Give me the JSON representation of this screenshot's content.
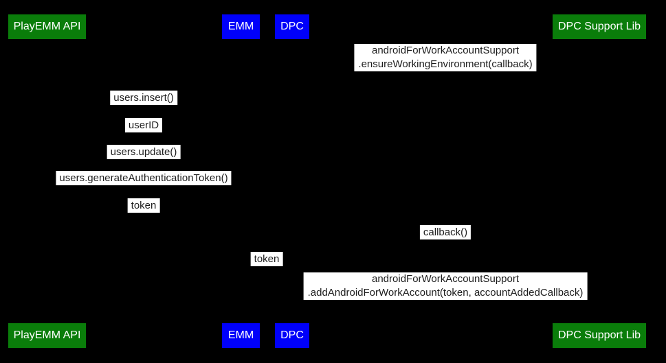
{
  "colors": {
    "background": "#000000",
    "actor_green": "#0a7d0a",
    "actor_blue": "#0000fa",
    "actor_text": "#ffffff",
    "label_bg": "#ffffff",
    "label_text": "#1c1c1c"
  },
  "actors": {
    "playemm_api": "PlayEMM API",
    "emm": "EMM",
    "dpc": "DPC",
    "dpc_support_lib": "DPC Support Lib"
  },
  "messages": {
    "ensure_working_environment": {
      "line1": "androidForWorkAccountSupport",
      "line2": ".ensureWorkingEnvironment(callback)"
    },
    "users_insert": "users.insert()",
    "user_id": "userID",
    "users_update": "users.update()",
    "users_generate_authentication_token": "users.generateAuthenticationToken()",
    "token_to_emm": "token",
    "callback": "callback()",
    "token_to_dpc": "token",
    "add_android_for_work_account": {
      "line1": "androidForWorkAccountSupport",
      "line2": ".addAndroidForWorkAccount(token, accountAddedCallback)"
    }
  }
}
